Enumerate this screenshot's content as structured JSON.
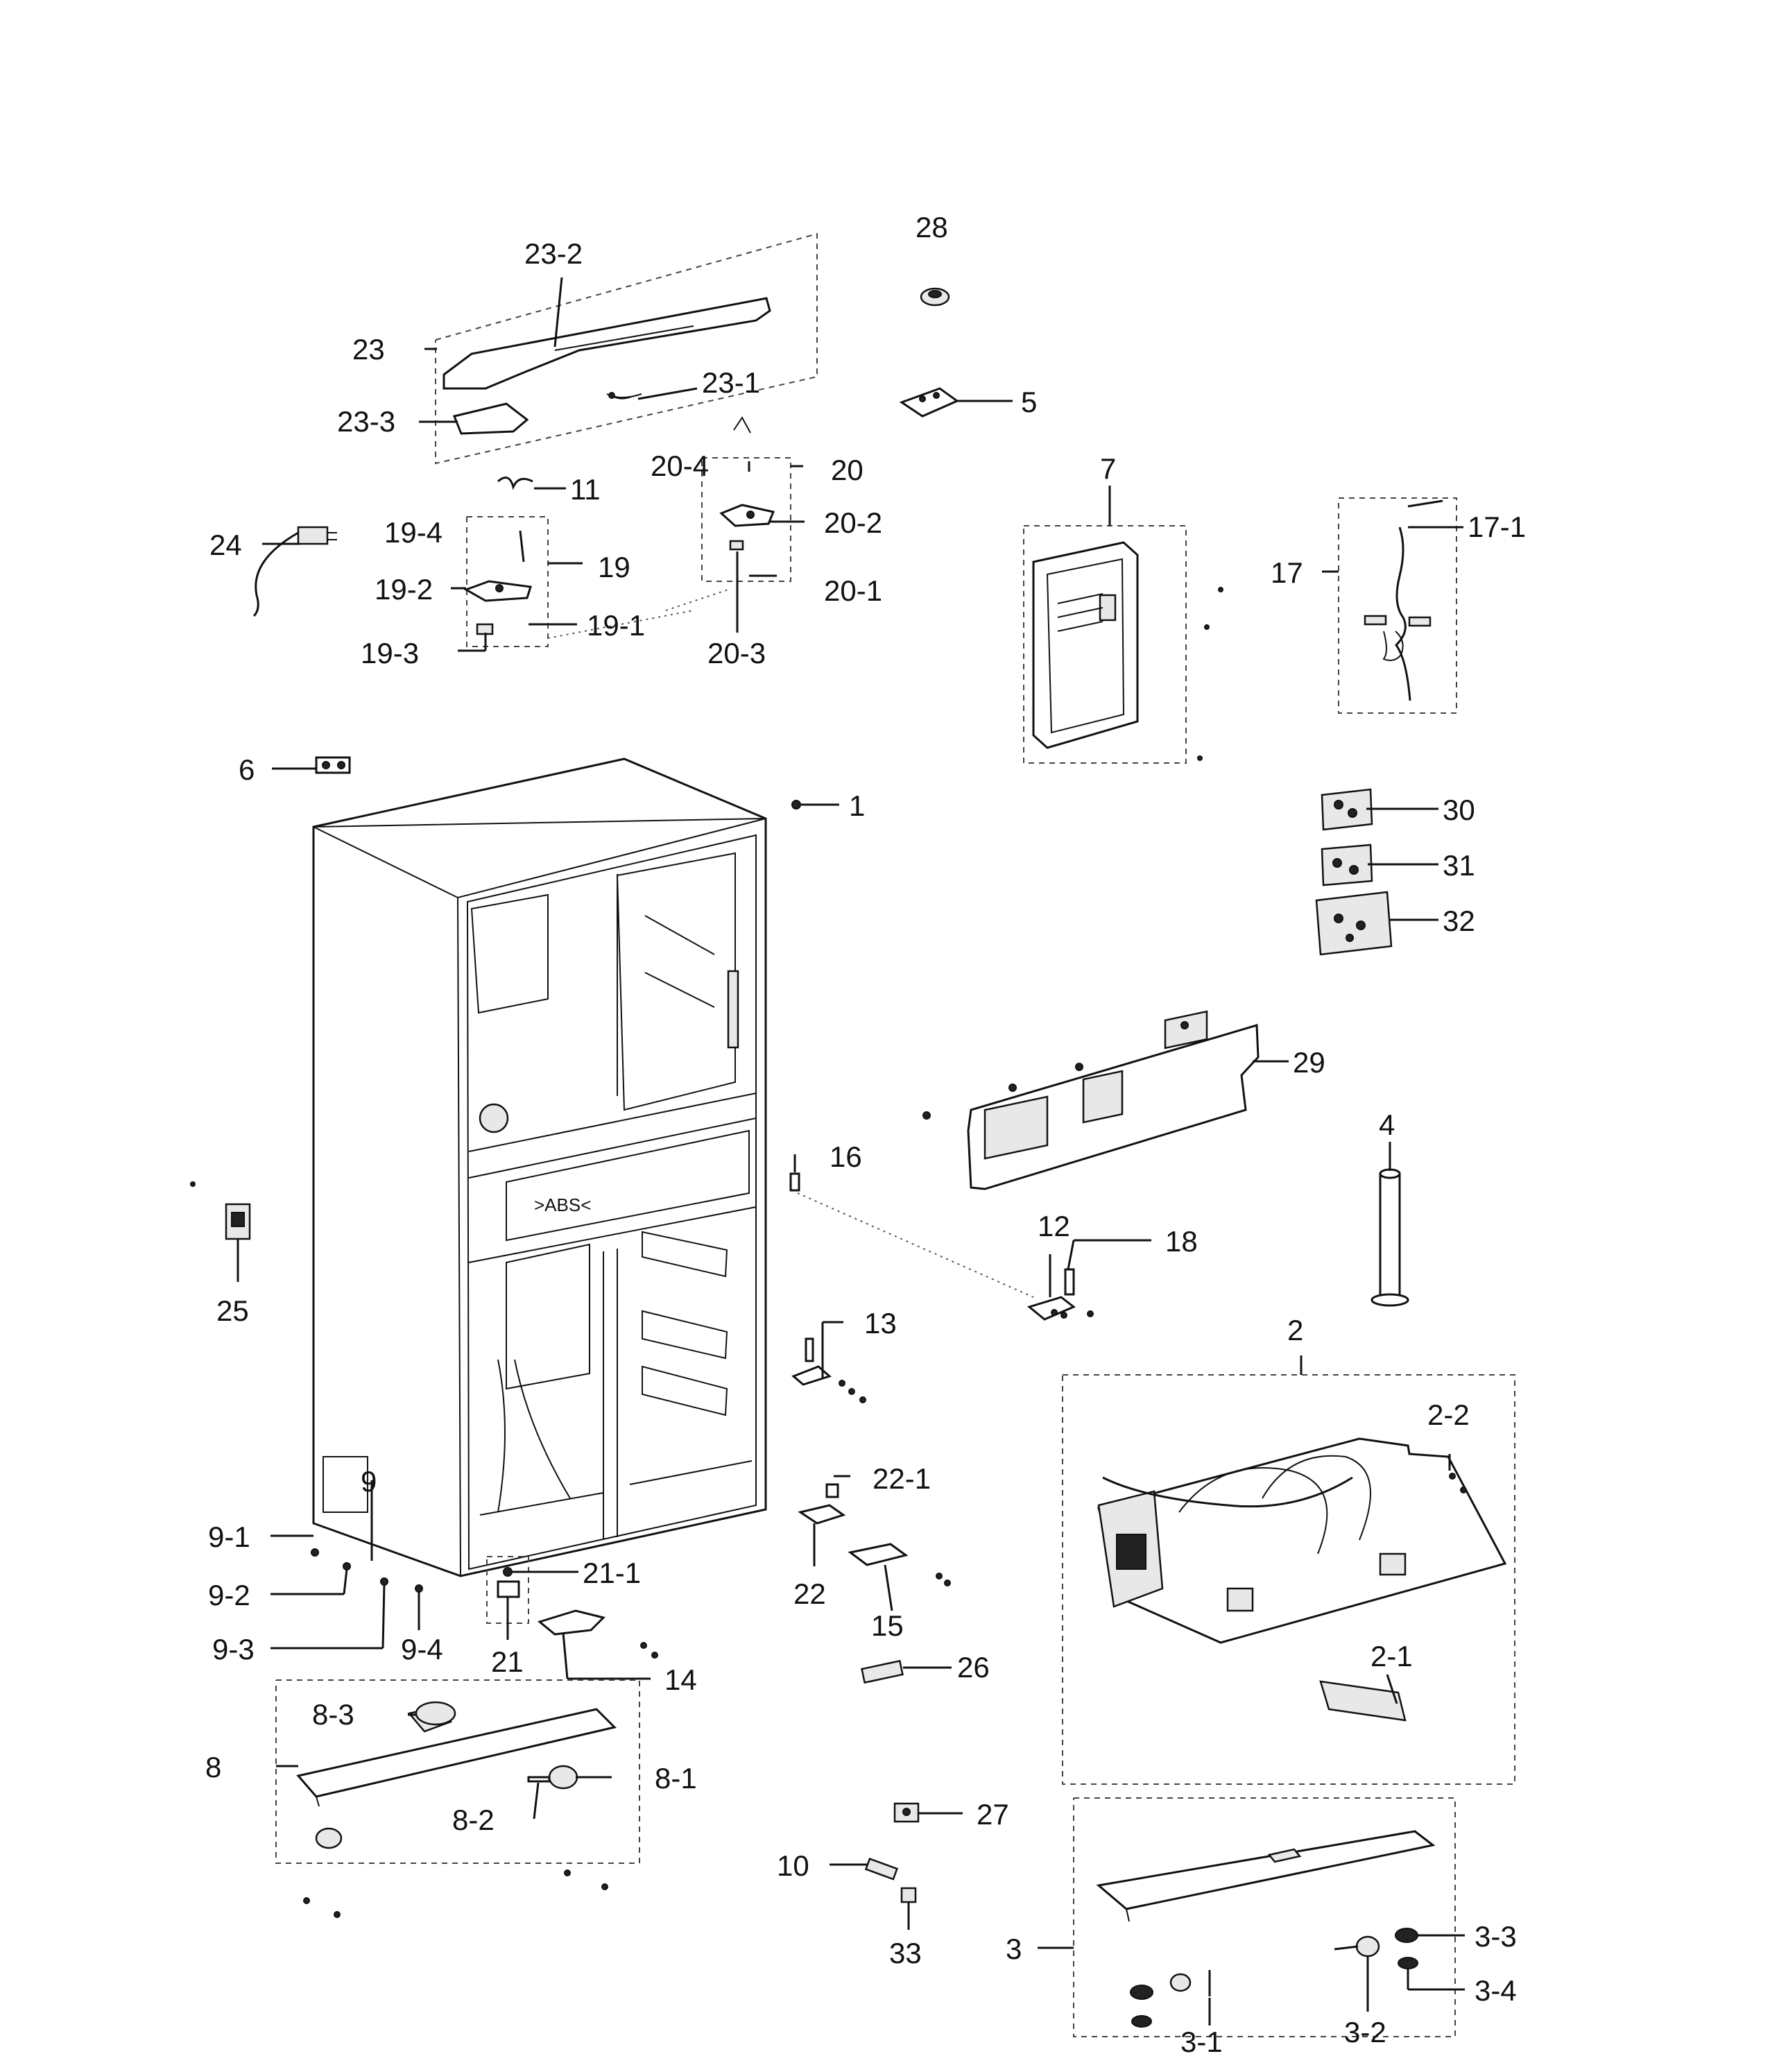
{
  "labels": {
    "l28": "28",
    "l23_2": "23-2",
    "l23": "23",
    "l23_1": "23-1",
    "l23_3": "23-3",
    "l5": "5",
    "l11": "11",
    "l20_4": "20-4",
    "l20": "20",
    "l20_2": "20-2",
    "l20_1": "20-1",
    "l20_3": "20-3",
    "l24": "24",
    "l19_4": "19-4",
    "l19": "19",
    "l19_2": "19-2",
    "l19_1": "19-1",
    "l19_3": "19-3",
    "l7": "7",
    "l17": "17",
    "l17_1": "17-1",
    "l6": "6",
    "l1": "1",
    "l30": "30",
    "l31": "31",
    "l32": "32",
    "l29": "29",
    "l16": "16",
    "l4": "4",
    "l25": "25",
    "l12": "12",
    "l18": "18",
    "l13": "13",
    "l2": "2",
    "l2_2": "2-2",
    "l9": "9",
    "l9_1": "9-1",
    "l9_2": "9-2",
    "l9_3": "9-3",
    "l9_4": "9-4",
    "l22_1": "22-1",
    "l22": "22",
    "l15": "15",
    "l21_1": "21-1",
    "l21": "21",
    "l14": "14",
    "l26": "26",
    "l2_1": "2-1",
    "l8_3": "8-3",
    "l8": "8",
    "l8_1": "8-1",
    "l8_2": "8-2",
    "l27": "27",
    "l10": "10",
    "l33": "33",
    "l3": "3",
    "l3_3": "3-3",
    "l3_4": "3-4",
    "l3_1": "3-1",
    "l3_2": "3-2"
  },
  "diagram_text": {
    "cabinet_mark": ">ABS<"
  }
}
